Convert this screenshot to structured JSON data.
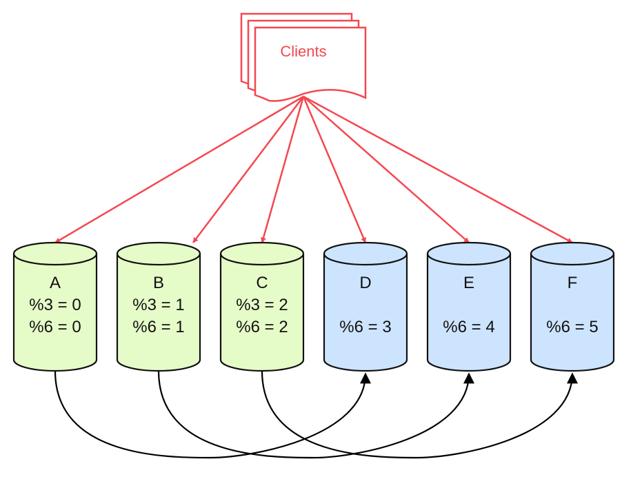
{
  "clients": {
    "label": "Clients",
    "color": "#f4474f"
  },
  "palette": {
    "old_fill": "#e6fcc8",
    "new_fill": "#cde4ff",
    "outline": "#111111",
    "edge": "#000000",
    "request": "#f4474f"
  },
  "databases": [
    {
      "id": "A",
      "lines": [
        "A",
        "%3 = 0",
        "%6 = 0"
      ],
      "group": "old"
    },
    {
      "id": "B",
      "lines": [
        "B",
        "%3 = 1",
        "%6 = 1"
      ],
      "group": "old"
    },
    {
      "id": "C",
      "lines": [
        "C",
        "%3 = 2",
        "%6 = 2"
      ],
      "group": "old"
    },
    {
      "id": "D",
      "lines": [
        "D",
        "",
        "%6 = 3"
      ],
      "group": "new"
    },
    {
      "id": "E",
      "lines": [
        "E",
        "",
        "%6 = 4"
      ],
      "group": "new"
    },
    {
      "id": "F",
      "lines": [
        "F",
        "",
        "%6 = 5"
      ],
      "group": "new"
    }
  ],
  "migrations": [
    {
      "from": "A",
      "to": "D"
    },
    {
      "from": "B",
      "to": "E"
    },
    {
      "from": "C",
      "to": "F"
    }
  ],
  "requests": [
    {
      "from": "clients",
      "to": "A"
    },
    {
      "from": "clients",
      "to": "B"
    },
    {
      "from": "clients",
      "to": "C"
    },
    {
      "from": "clients",
      "to": "D"
    },
    {
      "from": "clients",
      "to": "E"
    },
    {
      "from": "clients",
      "to": "F"
    }
  ]
}
